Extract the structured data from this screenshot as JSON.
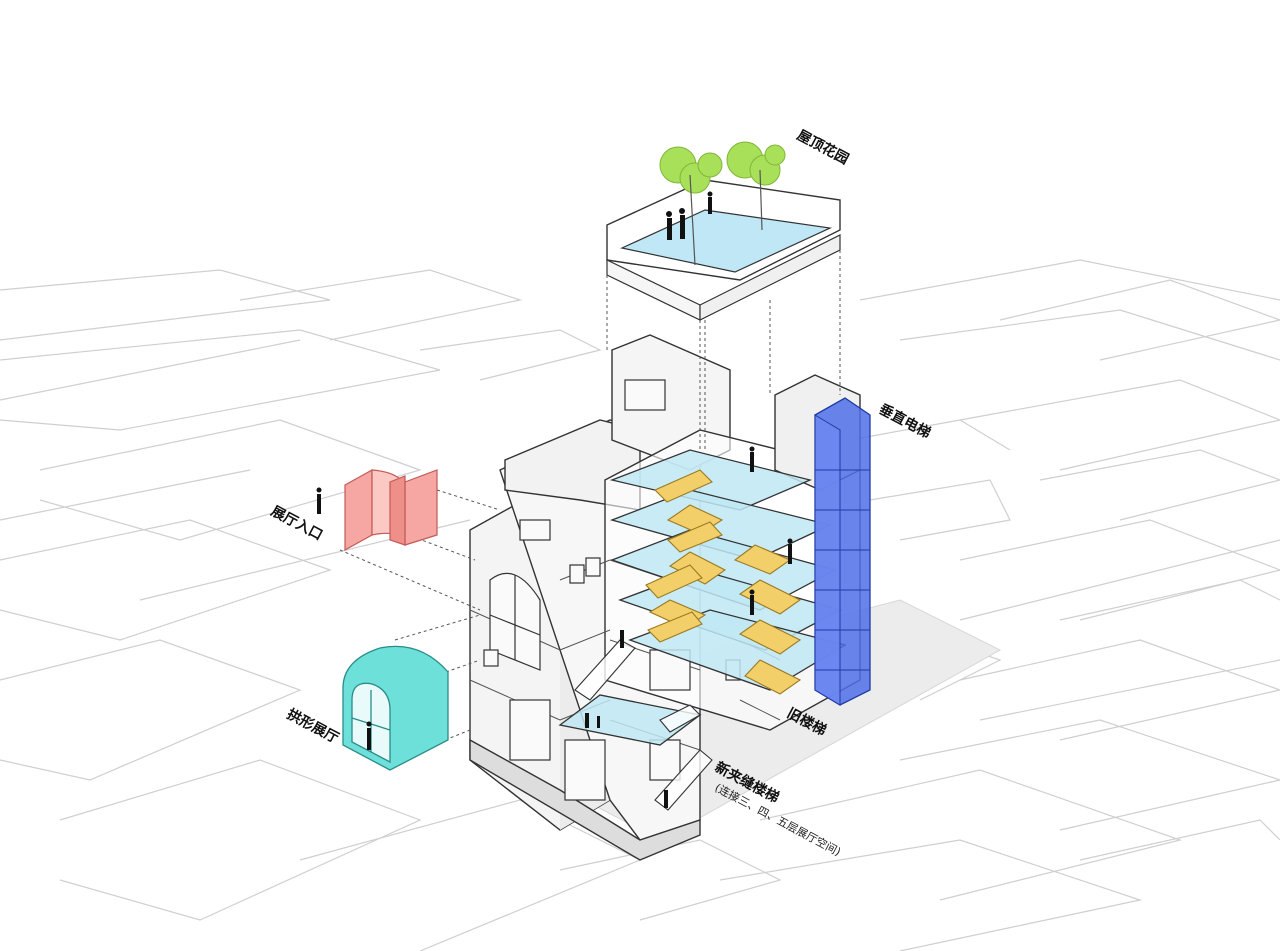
{
  "labels": {
    "roof_garden": "屋顶花园",
    "vertical_elevator": "垂直电梯",
    "hall_entrance": "展厅入口",
    "old_stair": "旧楼梯",
    "arched_hall": "拱形展厅",
    "new_stair": "新夹缝楼梯",
    "new_stair_note": "(连接三、四、五层展厅空间)"
  },
  "colors": {
    "elevator": "#4f6fe6",
    "stair": "#f3cf6a",
    "glass": "#bfe7f5",
    "entrance": "#f7a7a3",
    "arched_hall": "#6ee0da",
    "tree": "#a8e05a",
    "line": "#333333",
    "context": "#cfcfcf"
  }
}
